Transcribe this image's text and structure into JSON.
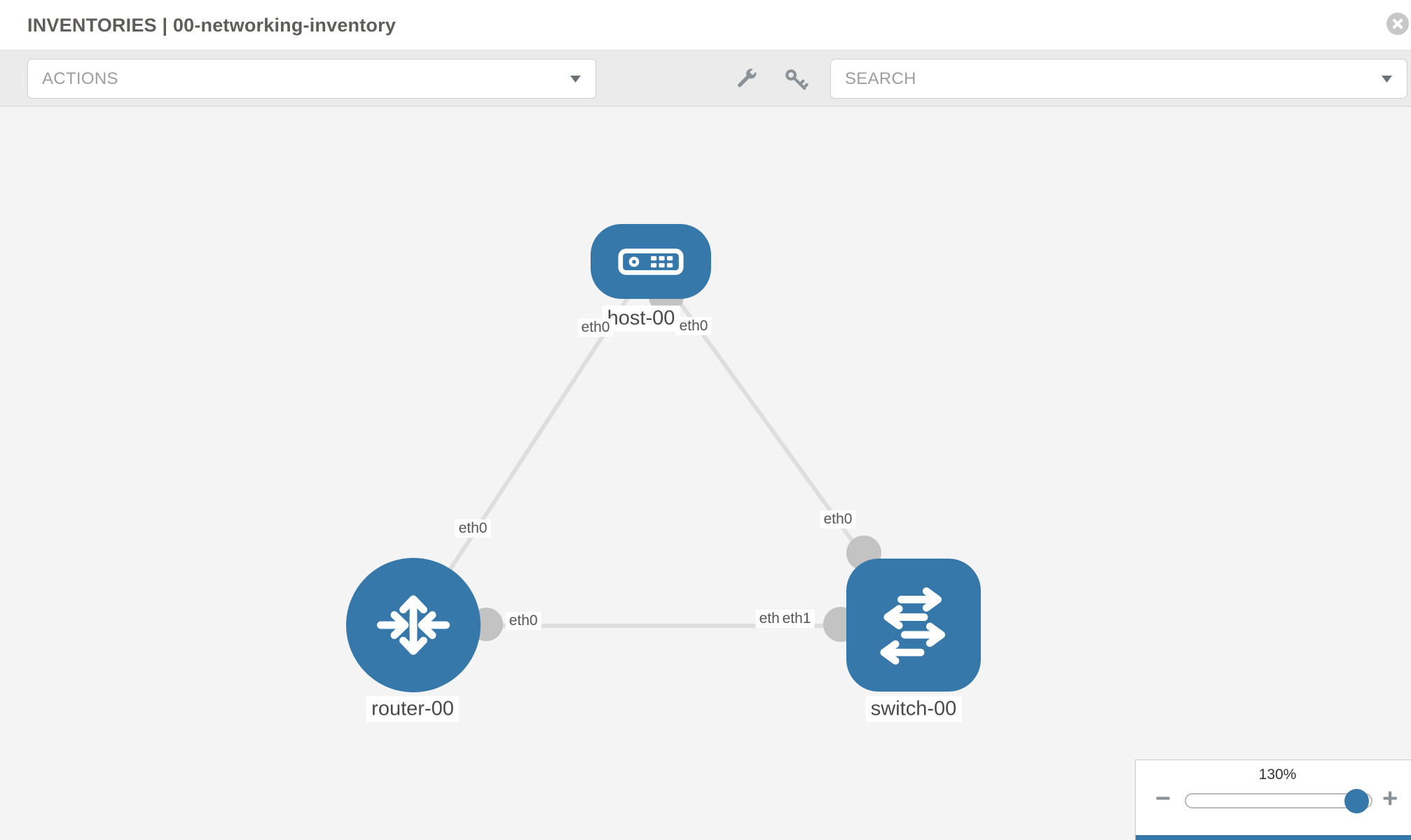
{
  "header": {
    "title": "INVENTORIES | 00-networking-inventory"
  },
  "toolbar": {
    "actions_label": "ACTIONS",
    "search_placeholder": "SEARCH"
  },
  "icons": {
    "close": "circle-x",
    "wrench": "wrench",
    "key": "key",
    "dropdown": "chevron-down",
    "zoom_out_glyph": "−",
    "zoom_in_glyph": "+"
  },
  "topology": {
    "nodes": [
      {
        "label": "host-00",
        "type": "host"
      },
      {
        "label": "router-00",
        "type": "router"
      },
      {
        "label": "switch-00",
        "type": "switch"
      }
    ],
    "links": [
      {
        "from": "host-00",
        "to": "router-00",
        "from_if": "eth0",
        "to_if": "eth0"
      },
      {
        "from": "host-00",
        "to": "switch-00",
        "from_if": "eth0",
        "to_if": "eth0"
      },
      {
        "from": "router-00",
        "to": "switch-00",
        "from_if": "eth0",
        "to_if": "eth1"
      }
    ],
    "if_chips": [
      {
        "text": "eth0"
      },
      {
        "text": "eth0"
      },
      {
        "text": "eth0"
      },
      {
        "text": "eth0"
      },
      {
        "text": "eth0"
      },
      {
        "text": "eth0"
      },
      {
        "text": "eth1"
      }
    ]
  },
  "zoom_control": {
    "value": "130%"
  },
  "colors": {
    "node_blue": "#3778ab",
    "link_gray": "#dedede",
    "dot_gray": "#c3c3c3",
    "canvas_bg": "#f4f4f4",
    "toolbar_bg": "#ebebeb"
  }
}
